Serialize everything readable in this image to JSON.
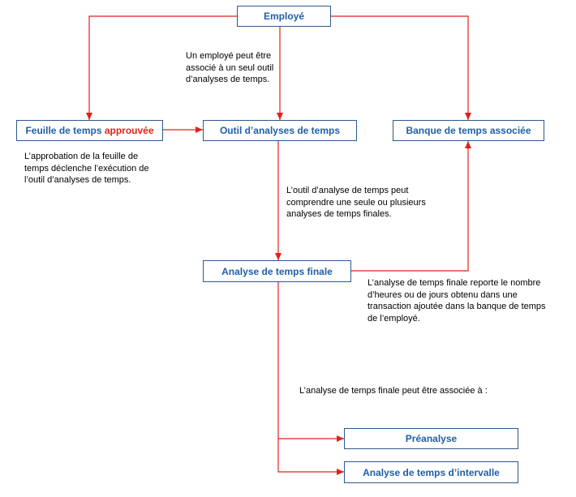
{
  "nodes": {
    "employe": "Employé",
    "feuille_prefix": "Feuille de temps ",
    "feuille_highlight": "approuvée",
    "outil": "Outil d’analyses de temps",
    "banque": "Banque de temps associée",
    "analyse_finale": "Analyse de temps finale",
    "preanalyse": "Préanalyse",
    "intervalle": "Analyse de temps d’intervalle"
  },
  "notes": {
    "employe_outil": "Un employé peut être\nassocié à un seul outil\nd’analyses de temps.",
    "approbation": "L’approbation de la feuille de\ntemps déclenche l’exécution de\nl’outil d’analyses de temps.",
    "outil_finale": "L’outil d’analyse de temps peut\ncomprendre une seule ou plusieurs\nanalyses de temps finales.",
    "finale_banque": "L’analyse de temps finale reporte le nombre\nd’heures ou de jours obtenu dans une\ntransaction ajoutée dans la banque de temps\nde l’employé.",
    "finale_associee": "L’analyse de temps finale peut être associée à :"
  },
  "colors": {
    "box_border": "#2c5a8c",
    "box_text": "#1f5fa8",
    "arrow": "#e0211b",
    "highlight": "#e0211b"
  }
}
